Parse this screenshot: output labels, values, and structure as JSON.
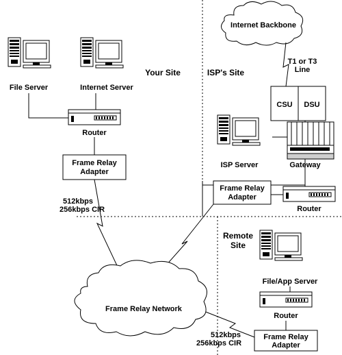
{
  "sites": {
    "your_site": "Your Site",
    "isp_site": "ISP's Site",
    "remote_site_line1": "Remote",
    "remote_site_line2": "Site"
  },
  "nodes": {
    "internet_backbone": "Internet Backbone",
    "file_server": "File Server",
    "internet_server": "Internet Server",
    "router_your": "Router",
    "fra_your_line1": "Frame Relay",
    "fra_your_line2": "Adapter",
    "csu": "CSU",
    "dsu": "DSU",
    "t1_line1": "T1 or T3",
    "t1_line2": "Line",
    "isp_server": "ISP Server",
    "gateway": "Gateway",
    "fra_isp_line1": "Frame Relay",
    "fra_isp_line2": "Adapter",
    "router_isp": "Router",
    "file_app_server": "File/App Server",
    "router_remote": "Router",
    "fra_remote_line1": "Frame Relay",
    "fra_remote_line2": "Adapter",
    "frame_relay_network": "Frame Relay Network"
  },
  "links": {
    "your_speed_line1": "512kbps",
    "your_speed_line2": "256kbps CIR",
    "remote_speed_line1": "512kbps",
    "remote_speed_line2": "256kbps CIR"
  },
  "colors": {
    "line": "#000000",
    "background": "#ffffff",
    "device_fill": "#cfcfcf"
  }
}
